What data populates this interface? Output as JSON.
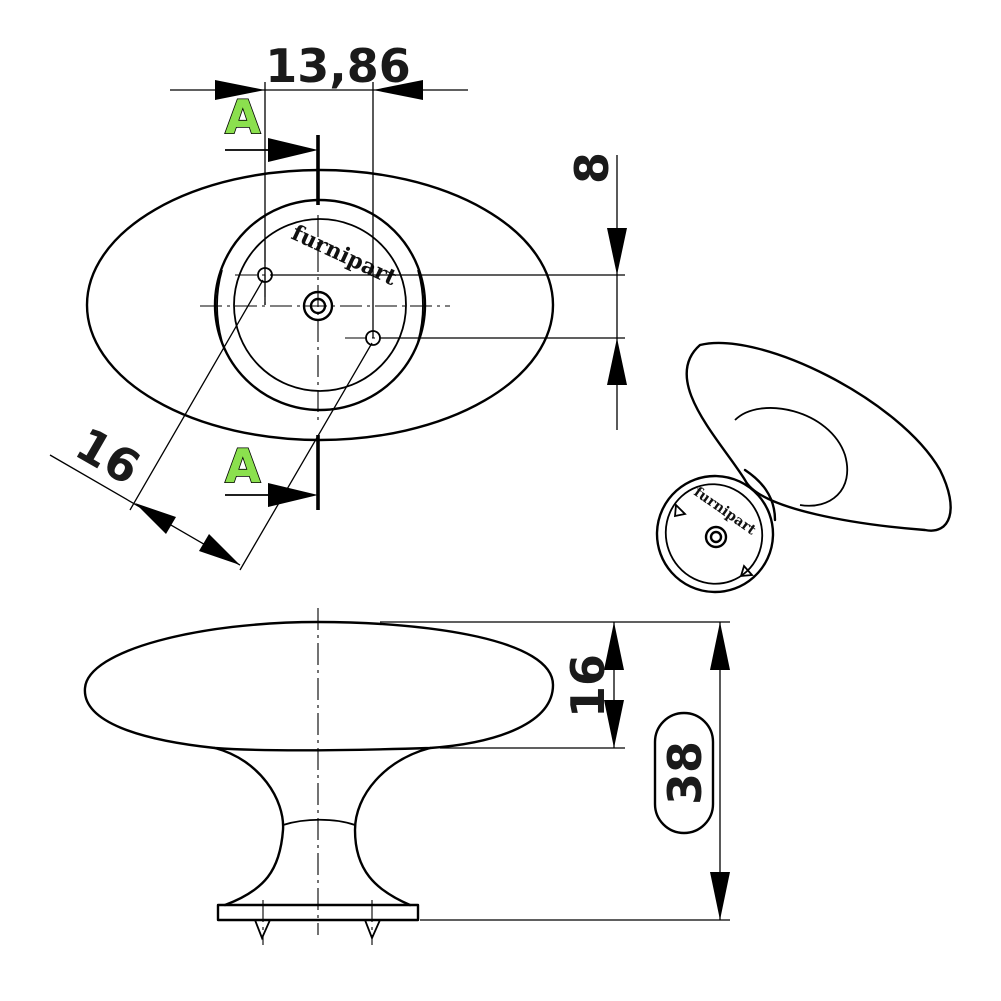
{
  "title": "",
  "brand": "furnipart",
  "section_label": "A",
  "dimensions": {
    "hole_offset": "13,86",
    "hole_spacing_vertical": "8",
    "hole_spacing_diagonal": "16",
    "head_height": "16",
    "total_height": "38"
  },
  "colors": {
    "line": "#000000",
    "section_marker": "#8be04e",
    "background": "#ffffff"
  }
}
